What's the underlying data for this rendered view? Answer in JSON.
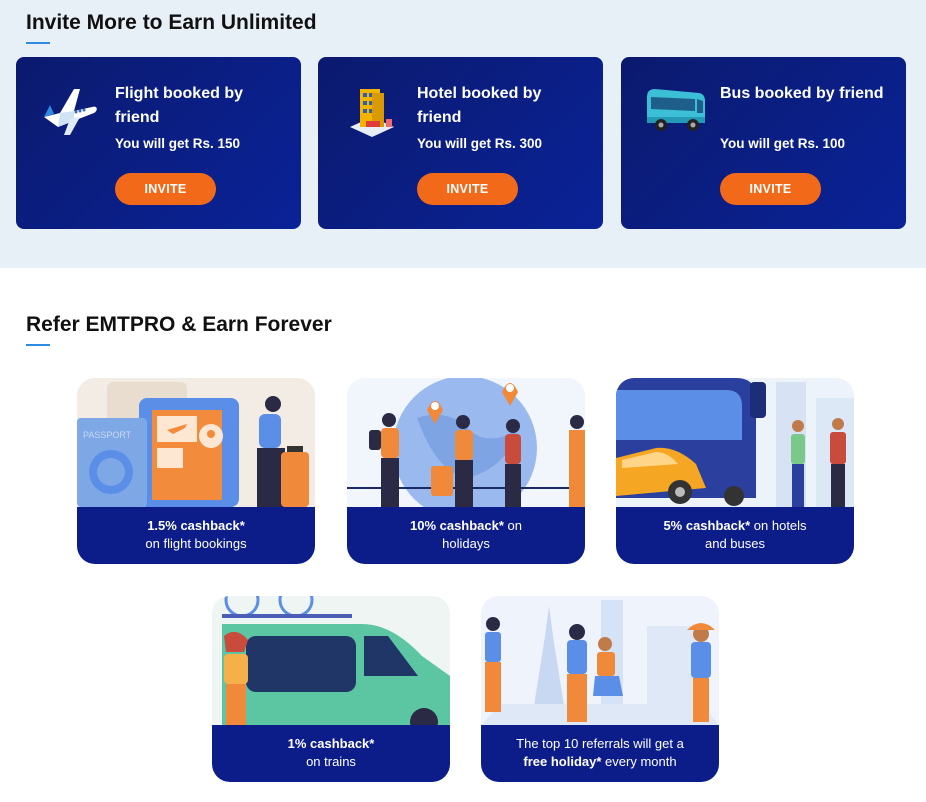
{
  "invite": {
    "title": "Invite More to Earn Unlimited",
    "cards": [
      {
        "icon": "airplane-icon",
        "title": "Flight booked by friend",
        "subtitle": "You will get Rs. 150",
        "button": "INVITE"
      },
      {
        "icon": "hotel-icon",
        "title": "Hotel booked by friend",
        "subtitle": "You will get Rs. 300",
        "button": "INVITE"
      },
      {
        "icon": "bus-icon",
        "title": "Bus booked by friend",
        "subtitle": "You will get Rs. 100",
        "button": "INVITE"
      }
    ]
  },
  "refer": {
    "title": "Refer EMTPRO & Earn Forever",
    "cards": [
      {
        "bold": "1.5% cashback*",
        "rest": " on flight bookings",
        "line1": "1.5% cashback*",
        "line2": "on flight bookings"
      },
      {
        "bold": "10% cashback*",
        "rest": " on holidays",
        "line1a": " on",
        "line2": "holidays"
      },
      {
        "bold": "5% cashback*",
        "line1a": " on hotels",
        "line2": "and buses"
      },
      {
        "bold": "1% cashback*",
        "line2": "on trains"
      },
      {
        "pre": "The top 10 referrals will get a",
        "bold": "free holiday*",
        "post": " every month"
      }
    ],
    "illustration_passport": "PASSPORT"
  },
  "colors": {
    "accent": "#f26a19",
    "card": "#0b1a6e",
    "band": "#0c1d8a",
    "underline": "#2f8be0"
  }
}
